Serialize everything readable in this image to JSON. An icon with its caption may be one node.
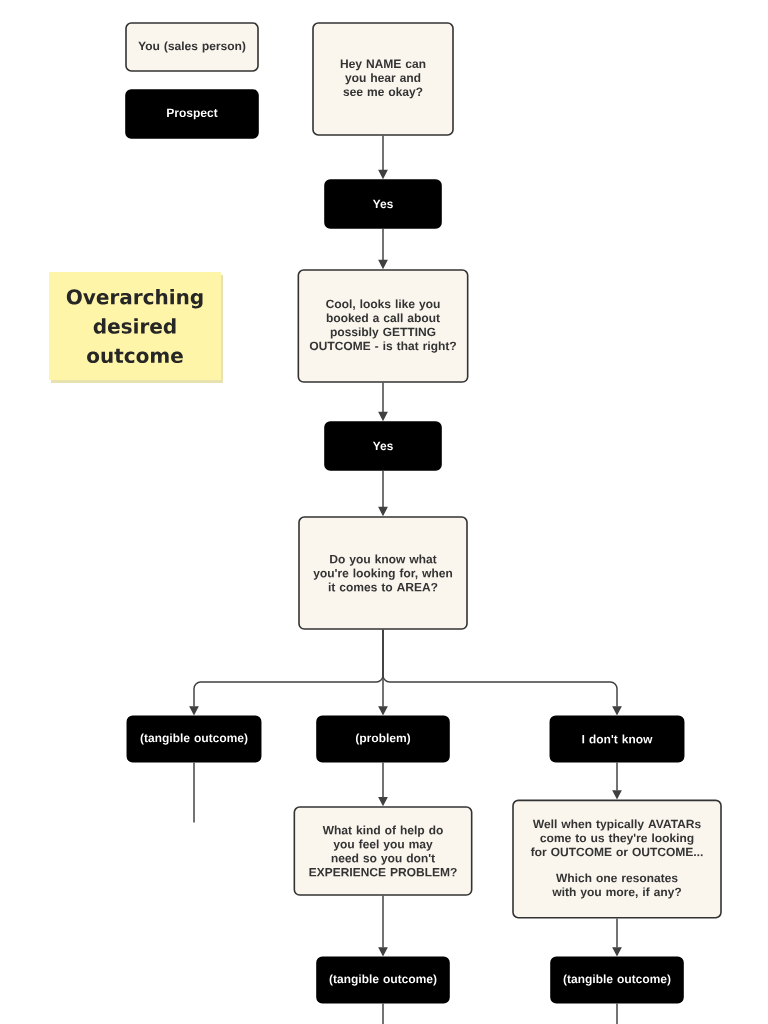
{
  "diagram": {
    "nodes": [
      {
        "text": [
          "You (sales person)"
        ]
      },
      {
        "text": [
          "Prospect"
        ]
      },
      {
        "text": [
          "Overarching desired outcome"
        ]
      },
      {
        "text": [
          "Hey NAME can you hear and see me okay?"
        ]
      },
      {
        "text": [
          "Yes"
        ]
      },
      {
        "text": [
          "Cool, looks like you booked a call about possibly GETTING OUTCOME - is that right?"
        ]
      },
      {
        "text": [
          "Yes"
        ]
      },
      {
        "text": [
          "Do you know what you're looking for, when it comes to AREA?"
        ]
      },
      {
        "text": [
          "(tangible outcome)"
        ]
      },
      {
        "text": [
          "(problem)"
        ]
      },
      {
        "text": [
          "I don't know"
        ]
      },
      {
        "text": [
          "What kind of help do you feel you may need so you don't EXPERIENCE PROBLEM?"
        ]
      },
      {
        "text": [
          "Well when typically AVATARs come to us they're looking for OUTCOME or OUTCOME...",
          "Which one resonates with you more, if any?"
        ]
      },
      {
        "text": [
          "(tangible outcome)"
        ]
      },
      {
        "text": [
          "(tangible outcome)"
        ]
      }
    ],
    "edges": [
      {
        "from": 3,
        "to": 4,
        "arrow": "to"
      },
      {
        "from": 4,
        "to": 5,
        "arrow": "to"
      },
      {
        "from": 5,
        "to": 6,
        "arrow": "to"
      },
      {
        "from": 6,
        "to": 7,
        "arrow": "to"
      },
      {
        "from": 7,
        "to": 8,
        "arrow": "to"
      },
      {
        "from": 7,
        "to": 9,
        "arrow": "to"
      },
      {
        "from": 7,
        "to": 10,
        "arrow": "to"
      },
      {
        "from": 9,
        "to": 11,
        "arrow": "to"
      },
      {
        "from": 10,
        "to": 12,
        "arrow": "to"
      },
      {
        "from": 11,
        "to": 13,
        "arrow": "to"
      },
      {
        "from": 12,
        "to": 14,
        "arrow": "to"
      },
      {
        "from": 8,
        "to": null,
        "arrow": "none"
      },
      {
        "from": 13,
        "to": null,
        "arrow": "none"
      },
      {
        "from": 14,
        "to": null,
        "arrow": "none"
      }
    ]
  }
}
